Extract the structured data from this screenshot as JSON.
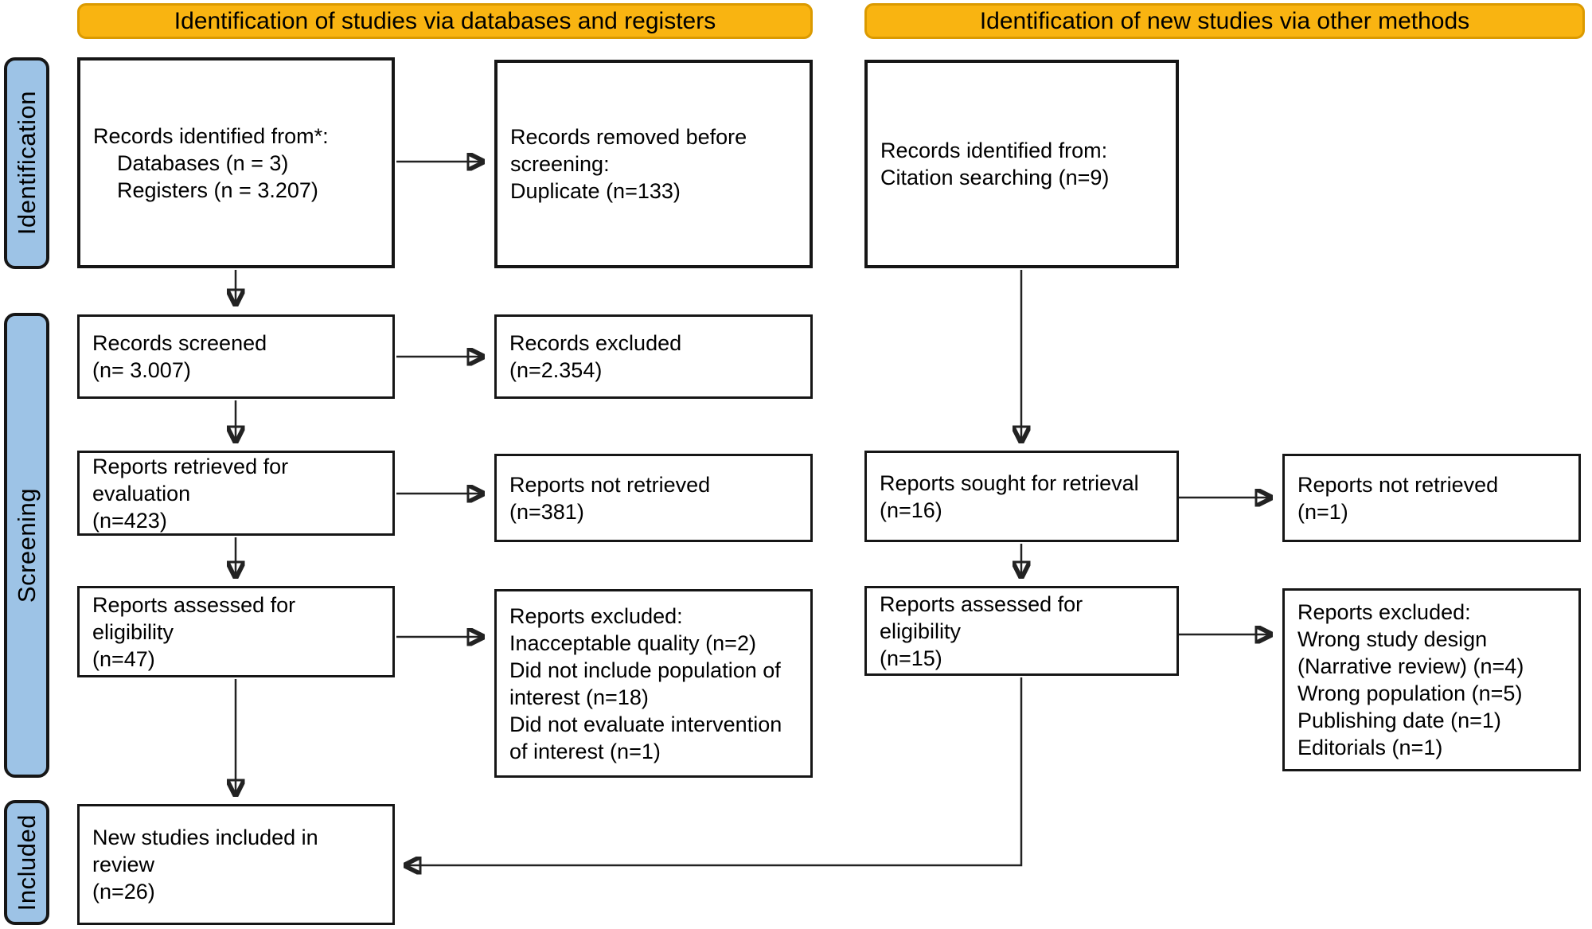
{
  "banners": {
    "left": "Identification of studies via databases and registers",
    "right": "Identification of new studies via other methods"
  },
  "sidebar": {
    "identification": "Identification",
    "screening": "Screening",
    "included": "Included"
  },
  "colors": {
    "banner_fill": "#F9B411",
    "banner_border": "#DB9A00",
    "sidebar_fill": "#9DC3E6",
    "box_border": "#161616",
    "arrow": "#222222"
  },
  "boxes": {
    "records_identified_db": {
      "lines": [
        "Records identified from*:",
        "Databases (n = 3)",
        "Registers (n = 3.207)"
      ]
    },
    "records_removed": {
      "lines": [
        "Records removed before",
        "screening:",
        "Duplicate (n=133)"
      ]
    },
    "records_screened": {
      "lines": [
        "Records screened",
        "(n= 3.007)"
      ]
    },
    "records_excluded": {
      "lines": [
        "Records excluded",
        "(n=2.354)"
      ]
    },
    "reports_retrieved": {
      "lines": [
        "Reports retrieved for",
        "evaluation",
        "(n=423)"
      ]
    },
    "reports_not_retrieved_db": {
      "lines": [
        "Reports not retrieved",
        "(n=381)"
      ]
    },
    "reports_assessed_db": {
      "lines": [
        "Reports assessed for",
        "eligibility",
        "(n=47)"
      ]
    },
    "reports_excluded_db": {
      "lines": [
        "Reports excluded:",
        "Inacceptable quality (n=2)",
        "Did not include population of",
        "interest (n=18)",
        "Did not evaluate intervention",
        "of interest (n=1)"
      ]
    },
    "new_studies_included": {
      "lines": [
        "New studies included in",
        "review",
        "(n=26)"
      ]
    },
    "records_identified_other": {
      "lines": [
        "Records identified from:",
        "Citation searching (n=9)"
      ]
    },
    "reports_sought": {
      "lines": [
        "Reports sought for retrieval",
        "(n=16)"
      ]
    },
    "reports_not_retrieved_other": {
      "lines": [
        "Reports not retrieved",
        "(n=1)"
      ]
    },
    "reports_assessed_other": {
      "lines": [
        "Reports assessed for",
        "eligibility",
        "(n=15)"
      ]
    },
    "reports_excluded_other": {
      "lines": [
        "Reports excluded:",
        "Wrong study design",
        "(Narrative review) (n=4)",
        "Wrong population (n=5)",
        "Publishing date (n=1)",
        "Editorials (n=1)"
      ]
    }
  }
}
